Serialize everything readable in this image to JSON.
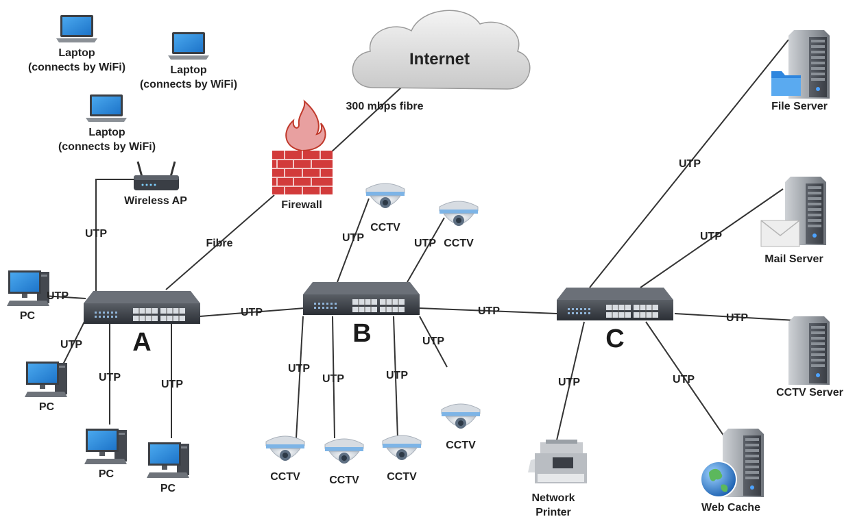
{
  "internet": {
    "label": "Internet",
    "link_label": "300 mbps fibre"
  },
  "firewall": {
    "label": "Firewall",
    "link_label": "Fibre"
  },
  "switches": {
    "a": "A",
    "b": "B",
    "c": "C"
  },
  "wireless_ap": {
    "label": "Wireless AP",
    "link_label": "UTP"
  },
  "laptops": [
    {
      "line1": "Laptop",
      "line2": "(connects by WiFi)"
    },
    {
      "line1": "Laptop",
      "line2": "(connects by WiFi)"
    },
    {
      "line1": "Laptop",
      "line2": "(connects by WiFi)"
    }
  ],
  "pcs": [
    {
      "label": "PC",
      "link_label": "UTP"
    },
    {
      "label": "PC",
      "link_label": "UTP"
    },
    {
      "label": "PC",
      "link_label": "UTP"
    },
    {
      "label": "PC",
      "link_label": "UTP"
    }
  ],
  "trunk_links": {
    "a_b": "UTP",
    "b_c": "UTP"
  },
  "cctv_b": [
    {
      "label": "CCTV",
      "link_label": "UTP"
    },
    {
      "label": "CCTV",
      "link_label": "UTP"
    },
    {
      "label": "CCTV",
      "link_label": "UTP"
    },
    {
      "label": "CCTV",
      "link_label": "UTP"
    },
    {
      "label": "CCTV",
      "link_label": "UTP"
    },
    {
      "label": "CCTV",
      "link_label": "UTP"
    }
  ],
  "servers": {
    "file": {
      "label": "File Server",
      "link_label": "UTP"
    },
    "mail": {
      "label": "Mail Server",
      "link_label": "UTP"
    },
    "cctv": {
      "label": "CCTV Server",
      "link_label": "UTP"
    },
    "cache": {
      "label": "Web Cache",
      "link_label": "UTP"
    }
  },
  "printer": {
    "line1": "Network",
    "line2": "Printer",
    "link_label": "UTP"
  }
}
